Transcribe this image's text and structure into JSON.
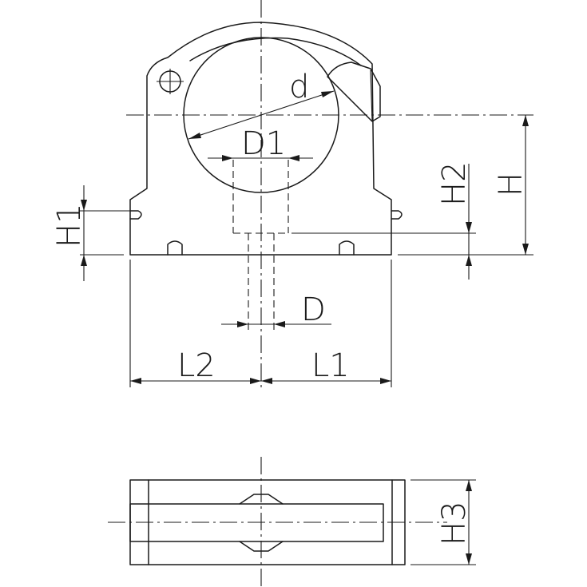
{
  "labels": {
    "d": "d",
    "D1": "D1",
    "H2": "H2",
    "H": "H",
    "H1": "H1",
    "D": "D",
    "L2": "L2",
    "L1": "L1",
    "H3": "H3"
  }
}
